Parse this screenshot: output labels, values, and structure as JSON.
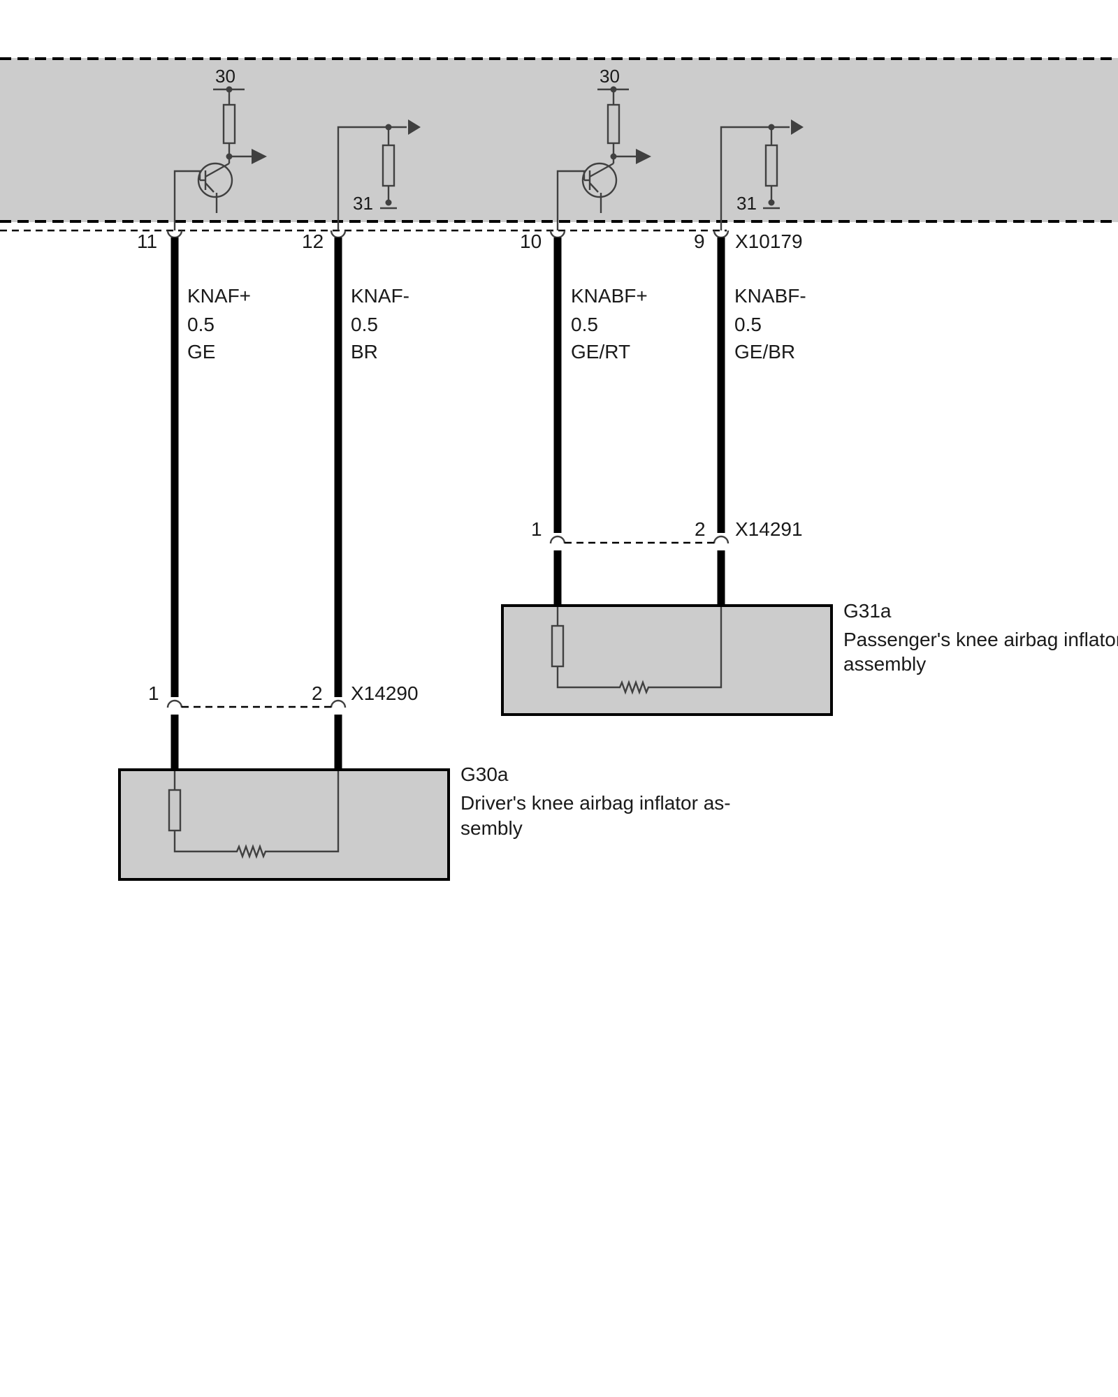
{
  "colors": {
    "module_fill": "#cccccc",
    "wire": "#000000",
    "line": "#404040",
    "text": "#1a1a1a",
    "background": "#ffffff"
  },
  "control_unit": {
    "supply_labels": [
      "30",
      "30"
    ],
    "ground_labels": [
      "31",
      "31"
    ],
    "connector_id": "X10179",
    "pins": [
      "11",
      "12",
      "10",
      "9"
    ]
  },
  "wires": [
    {
      "name": "KNAF+",
      "size": "0.5",
      "color": "GE"
    },
    {
      "name": "KNAF-",
      "size": "0.5",
      "color": "BR"
    },
    {
      "name": "KNABF+",
      "size": "0.5",
      "color": "GE/RT"
    },
    {
      "name": "KNABF-",
      "size": "0.5",
      "color": "GE/BR"
    }
  ],
  "connectors": {
    "driver": {
      "id": "X14290",
      "pins": [
        "1",
        "2"
      ]
    },
    "passenger": {
      "id": "X14291",
      "pins": [
        "1",
        "2"
      ]
    }
  },
  "components": {
    "driver": {
      "id": "G30a",
      "line1": "Driver's knee airbag inflator as-",
      "line2": "sembly"
    },
    "passenger": {
      "id": "G31a",
      "line1": "Passenger's knee airbag inflator",
      "line2": "assembly"
    }
  },
  "icons": [
    "transistor-icon",
    "resistor-icon",
    "ground-icon",
    "arrow-icon",
    "squib-heater-icon"
  ]
}
